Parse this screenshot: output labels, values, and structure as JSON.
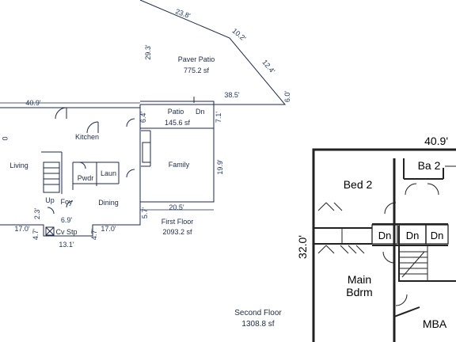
{
  "first_floor": {
    "paver_patio": {
      "name": "Paver Patio",
      "area": "775.2 sf",
      "dims": {
        "top": "23.8'",
        "diag1": "10.2'",
        "diag2": "12.4'",
        "right": "6.0'",
        "left": "29.3'",
        "bottom": "38.5'"
      }
    },
    "patio": {
      "name": "Patio",
      "area": "145.6 sf",
      "left_dim": "6.4'",
      "right_dim": "7.1'",
      "door_label": "Dn"
    },
    "width_dim": "40.9'",
    "rooms": {
      "kitchen": "Kitchen",
      "living": "Living",
      "family": "Family",
      "dining": "Dining",
      "powder": "Pwdr",
      "laundry": "Laun",
      "foyer": "Foy",
      "up": "Up"
    },
    "family_dims": {
      "right": "19.9'",
      "bottom": "20.5'",
      "left": "5.7'"
    },
    "front_dims": {
      "left": "17.0'",
      "right": "17.0'",
      "left_small": "2.3'",
      "foy": "6.9'",
      "cv_stp": "Cv Stp",
      "stoop_left": "4.7'",
      "stoop_right": "4.7'",
      "stoop_bottom": "13.1'"
    },
    "floor_title": "First Floor",
    "floor_area": "2093.2 sf",
    "left_cut": "0"
  },
  "second_floor": {
    "width_dim": "40.9'",
    "height_dim": "32.0'",
    "rooms": {
      "bed2": "Bed 2",
      "ba2": "Ba 2",
      "main_line1": "Main",
      "main_line2": "Bdrm",
      "mba": "MBA"
    },
    "dn_labels": [
      "Dn",
      "Dn",
      "Dn"
    ],
    "floor_title": "Second Floor",
    "floor_area": "1308.8 sf"
  },
  "colors": {
    "line": "#1c2a44",
    "wall": "#222222"
  }
}
